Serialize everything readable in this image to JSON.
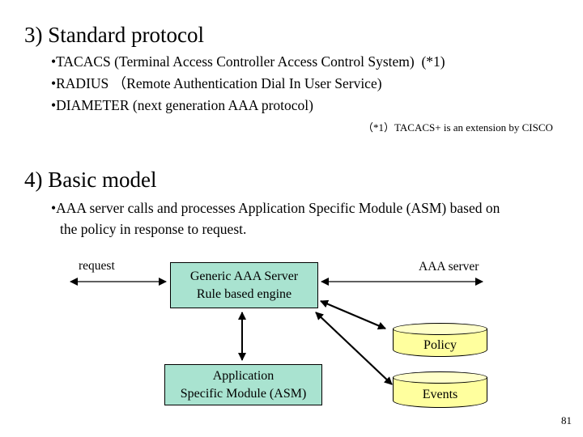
{
  "colors": {
    "bg": "#FFFFFF",
    "text": "#000000",
    "box_fill": "#A9E3D0",
    "cyl_body": "#FFFF9E",
    "cyl_top": "#FFFFC9"
  },
  "section3": {
    "title": "3) Standard protocol",
    "bullets": [
      "•TACACS (Terminal Access Controller Access Control System)  (*1)",
      "•RADIUS （Remote Authentication Dial In User Service)",
      "•DIAMETER (next generation AAA protocol)"
    ],
    "note": "（*1）TACACS+ is an extension by CISCO"
  },
  "section4": {
    "title": "4) Basic model",
    "bullet_lines": [
      "•AAA server calls and processes Application Specific Module (ASM) based on",
      "the policy in response to request."
    ]
  },
  "diagram": {
    "request_label": "request",
    "aaa_server_label": "AAA server",
    "generic_server_box": {
      "line1": "Generic AAA Server",
      "line2": "Rule based engine"
    },
    "asm_box": {
      "line1": "Application",
      "line2": "Specific Module (ASM)"
    },
    "policy_cylinder_label": "Policy",
    "events_cylinder_label": "Events"
  },
  "page_number": "81"
}
